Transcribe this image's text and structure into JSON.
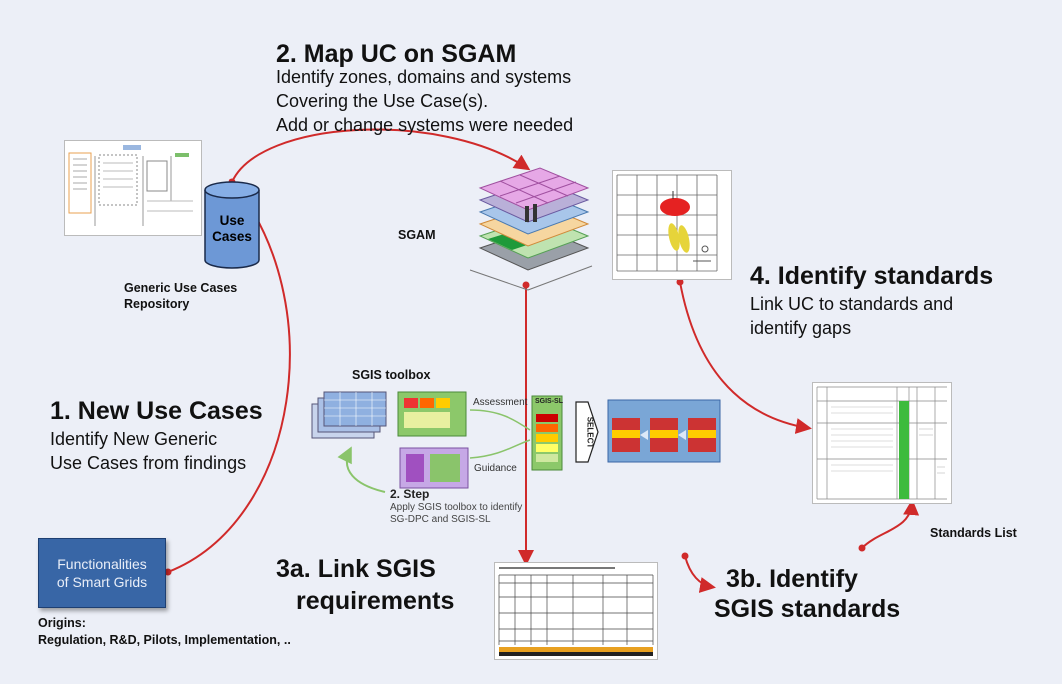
{
  "step1": {
    "title": "1. New Use Cases",
    "lines": [
      "Identify New Generic",
      "Use Cases from findings"
    ]
  },
  "step2": {
    "title": "2. Map UC on SGAM",
    "lines": [
      "Identify zones, domains and systems",
      "Covering the Use Case(s).",
      "Add or change systems were needed"
    ]
  },
  "step3a": {
    "lines": [
      "3a. Link SGIS",
      "requirements"
    ]
  },
  "step3b": {
    "lines": [
      "3b. Identify",
      "SGIS standards"
    ]
  },
  "step4": {
    "title": "4. Identify standards",
    "lines": [
      "Link UC to standards and",
      "identify gaps"
    ]
  },
  "repository": {
    "cylinder_lines": [
      "Use",
      "Cases"
    ],
    "label_lines": [
      "Generic Use Cases",
      "Repository"
    ]
  },
  "sgam_label": "SGAM",
  "toolbox": {
    "title": "SGIS toolbox",
    "assessment": "Assessment",
    "guidance": "Guidance",
    "sgis_sl": "SGIS-SL",
    "select": "SELECT",
    "step_title": "2. Step",
    "step_lines": [
      "Apply SGIS toolbox to identify",
      "SG-DPC and SGIS-SL"
    ]
  },
  "functionalities": {
    "lines": [
      "Functionalities",
      "of Smart Grids"
    ]
  },
  "origins": {
    "title": "Origins:",
    "text": "Regulation, R&D, Pilots, Implementation, .."
  },
  "standards_list_label": "Standards List",
  "colors": {
    "arrow": "#d02a2a",
    "background": "#eceff7",
    "func_box": "#3866a6",
    "cylinder": "#6d98d6",
    "guide_arrow": "#8ac46b"
  }
}
